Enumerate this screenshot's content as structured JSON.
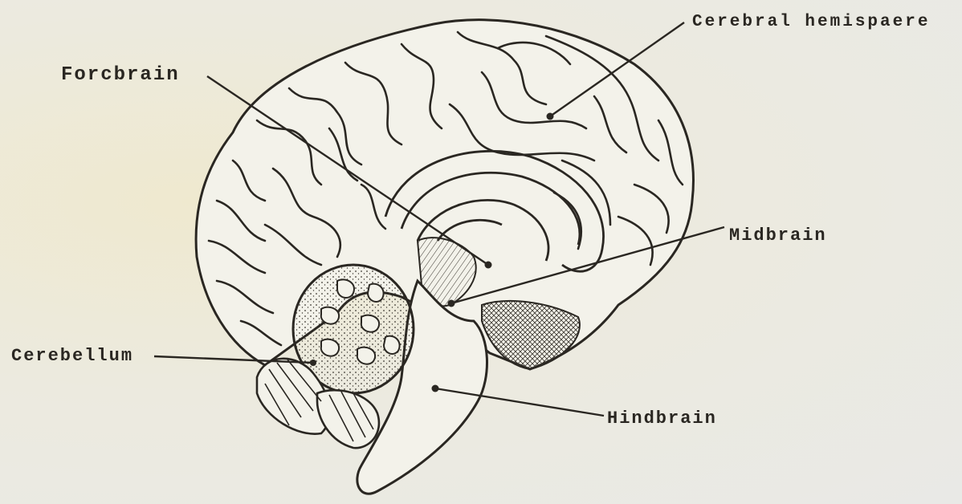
{
  "labels": {
    "cerebral_hemisphere": "Cerebral hemispaere",
    "forebrain": "Forcbrain",
    "midbrain": "Midbrain",
    "cerebellum": "Cerebellum",
    "hindbrain": "Hindbrain"
  },
  "colors": {
    "ink": "#2a2722",
    "paper": "#ecebe2",
    "fill": "#f3f2ea"
  }
}
